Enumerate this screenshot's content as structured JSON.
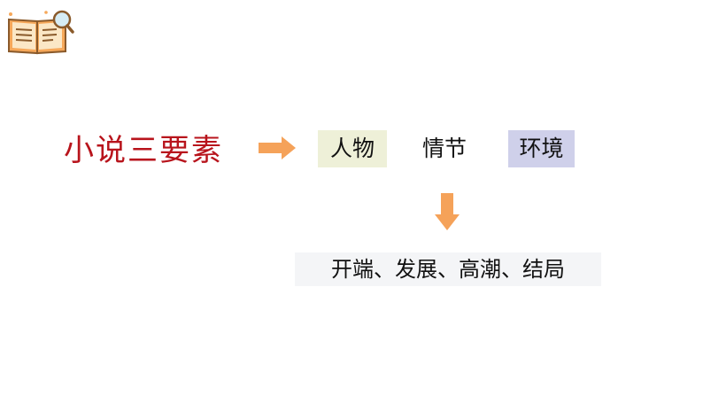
{
  "logo": {
    "icon": "book-magnifier-icon"
  },
  "heading": {
    "text": "小说三要素"
  },
  "elements": {
    "arrow_icon": "arrow-right-icon",
    "items": [
      "人物",
      "情节",
      "环境"
    ]
  },
  "plot": {
    "arrow_icon": "arrow-down-icon",
    "structure": "开端、发展、高潮、结局"
  },
  "colors": {
    "heading": "#b8141c",
    "arrow": "#f5a259",
    "renwu_bg": "#eef0d8",
    "huanjing_bg": "#cfd0ea",
    "structure_bg": "#f4f5f7"
  }
}
